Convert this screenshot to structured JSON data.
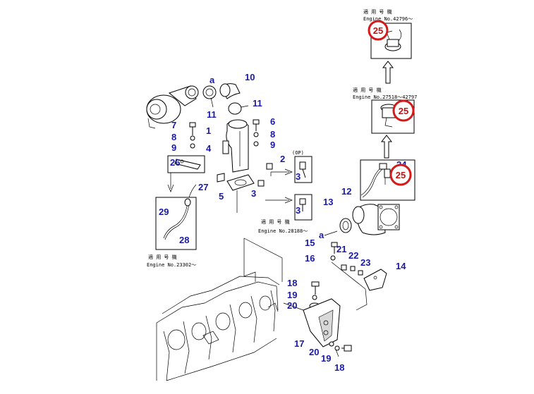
{
  "diagram": {
    "notes": {
      "top": {
        "kanji": "適 用 号 機",
        "engine": "Engine No.42796〜"
      },
      "mid": {
        "kanji": "適 用 号 機",
        "engine": "Engine No.27518〜42797"
      },
      "center": {
        "kanji": "適 用 号 機",
        "engine": "Engine No.28188〜"
      },
      "left": {
        "kanji": "適 用 号 機",
        "engine": "Engine No.23302〜"
      },
      "op": "(OP)"
    },
    "letter_a": "a",
    "highlight": "25",
    "parts": {
      "p1": "1",
      "p2": "2",
      "p3a": "3",
      "p3b": "3",
      "p3c": "3",
      "p4": "4",
      "p5": "5",
      "p6": "6",
      "p7": "7",
      "p8a": "8",
      "p8b": "8",
      "p9a": "9",
      "p9b": "9",
      "p10": "10",
      "p11a": "11",
      "p11b": "11",
      "p12": "12",
      "p13": "13",
      "p14": "14",
      "p15": "15",
      "p16": "16",
      "p17": "17",
      "p18a": "18",
      "p18b": "18",
      "p19a": "19",
      "p19b": "19",
      "p20a": "20",
      "p20b": "20",
      "p21": "21",
      "p22": "22",
      "p23": "23",
      "p24": "24",
      "p26": "26",
      "p27": "27",
      "p28": "28",
      "p29": "29"
    }
  }
}
